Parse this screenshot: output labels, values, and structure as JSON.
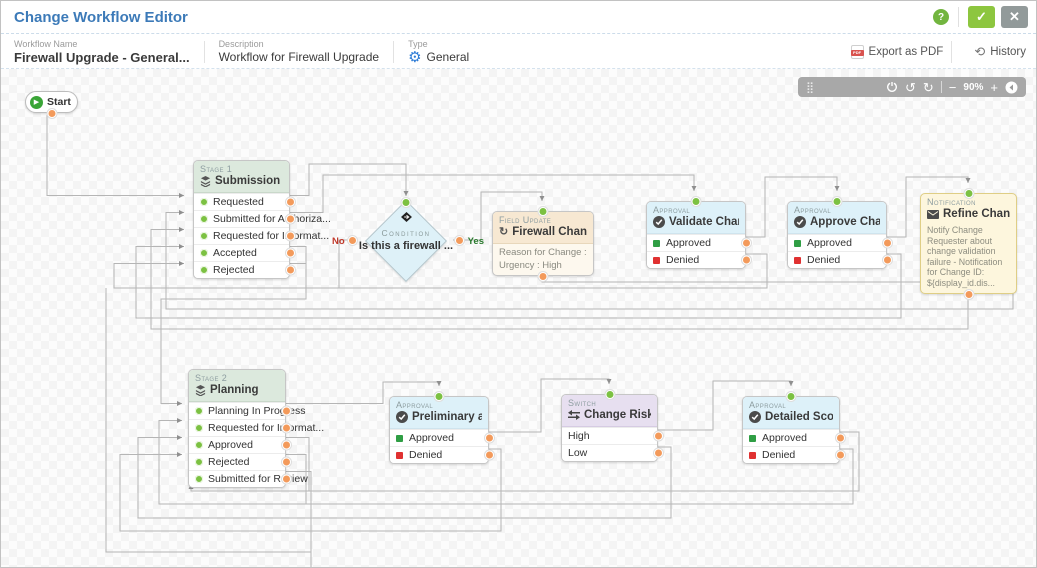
{
  "header": {
    "title": "Change Workflow Editor",
    "help_label": "?",
    "confirm_label": "✓",
    "close_label": "✕"
  },
  "toolbar": {
    "workflow_name_label": "Workflow Name",
    "workflow_name_value": "Firewall Upgrade - General...",
    "description_label": "Description",
    "description_value": "Workflow for Firewall Upgrade",
    "type_label": "Type",
    "type_value": "General",
    "export_pdf_label": "Export as PDF",
    "history_label": "History"
  },
  "canvas_toolbar": {
    "zoom_level": "90%",
    "minus_label": "−",
    "plus_label": "+"
  },
  "nodes": {
    "start": {
      "label": "Start"
    },
    "stage1": {
      "kind": "Stage 1",
      "title": "Submission",
      "rows": [
        "Requested",
        "Submitted for Authoriza...",
        "Requested for Informat...",
        "Accepted",
        "Rejected"
      ]
    },
    "condition": {
      "kind": "Condition",
      "title": "Is this a firewall ...",
      "no_label": "No",
      "yes_label": "Yes"
    },
    "field_update": {
      "kind": "Field Update",
      "title": "Firewall Change fi...",
      "lines": [
        "Reason for Change : Anti vi...",
        "Urgency : High"
      ]
    },
    "approval_validate": {
      "kind": "Approval",
      "title": "Validate Change ...",
      "rows": [
        "Approved",
        "Denied"
      ]
    },
    "approval_approve": {
      "kind": "Approval",
      "title": "Approve Change ...",
      "rows": [
        "Approved",
        "Denied"
      ]
    },
    "notification": {
      "kind": "Notification",
      "title": "Refine Change &...",
      "body": "Notify Change Requester about change validation failure - Notification for Change ID: ${display_id.dis..."
    },
    "stage2": {
      "kind": "Stage 2",
      "title": "Planning",
      "rows": [
        "Planning In Progress",
        "Requested for Informat...",
        "Approved",
        "Rejected",
        "Submitted for Review"
      ]
    },
    "approval_preliminary": {
      "kind": "Approval",
      "title": "Preliminary analy...",
      "rows": [
        "Approved",
        "Denied"
      ]
    },
    "switch_risk": {
      "kind": "Switch",
      "title": "Change Risk",
      "rows": [
        "High",
        "Low"
      ]
    },
    "approval_detailed": {
      "kind": "Approval",
      "title": "Detailed Scope of...",
      "rows": [
        "Approved",
        "Denied"
      ]
    }
  },
  "colors": {
    "title_blue": "#3c7ab8",
    "confirm_green": "#8dc63f",
    "close_gray": "#929a9a",
    "stage_header": "#dce9dd",
    "approval_header": "#ddf1f9",
    "fieldupdate_header": "#f7e8d2",
    "notification_bg": "#fdf6dd",
    "switch_header": "#e7dff0",
    "condition_fill": "#def1f8",
    "port_green": "#7cc142",
    "port_orange": "#f39a5b",
    "wire_gray": "#b5b5b5"
  }
}
